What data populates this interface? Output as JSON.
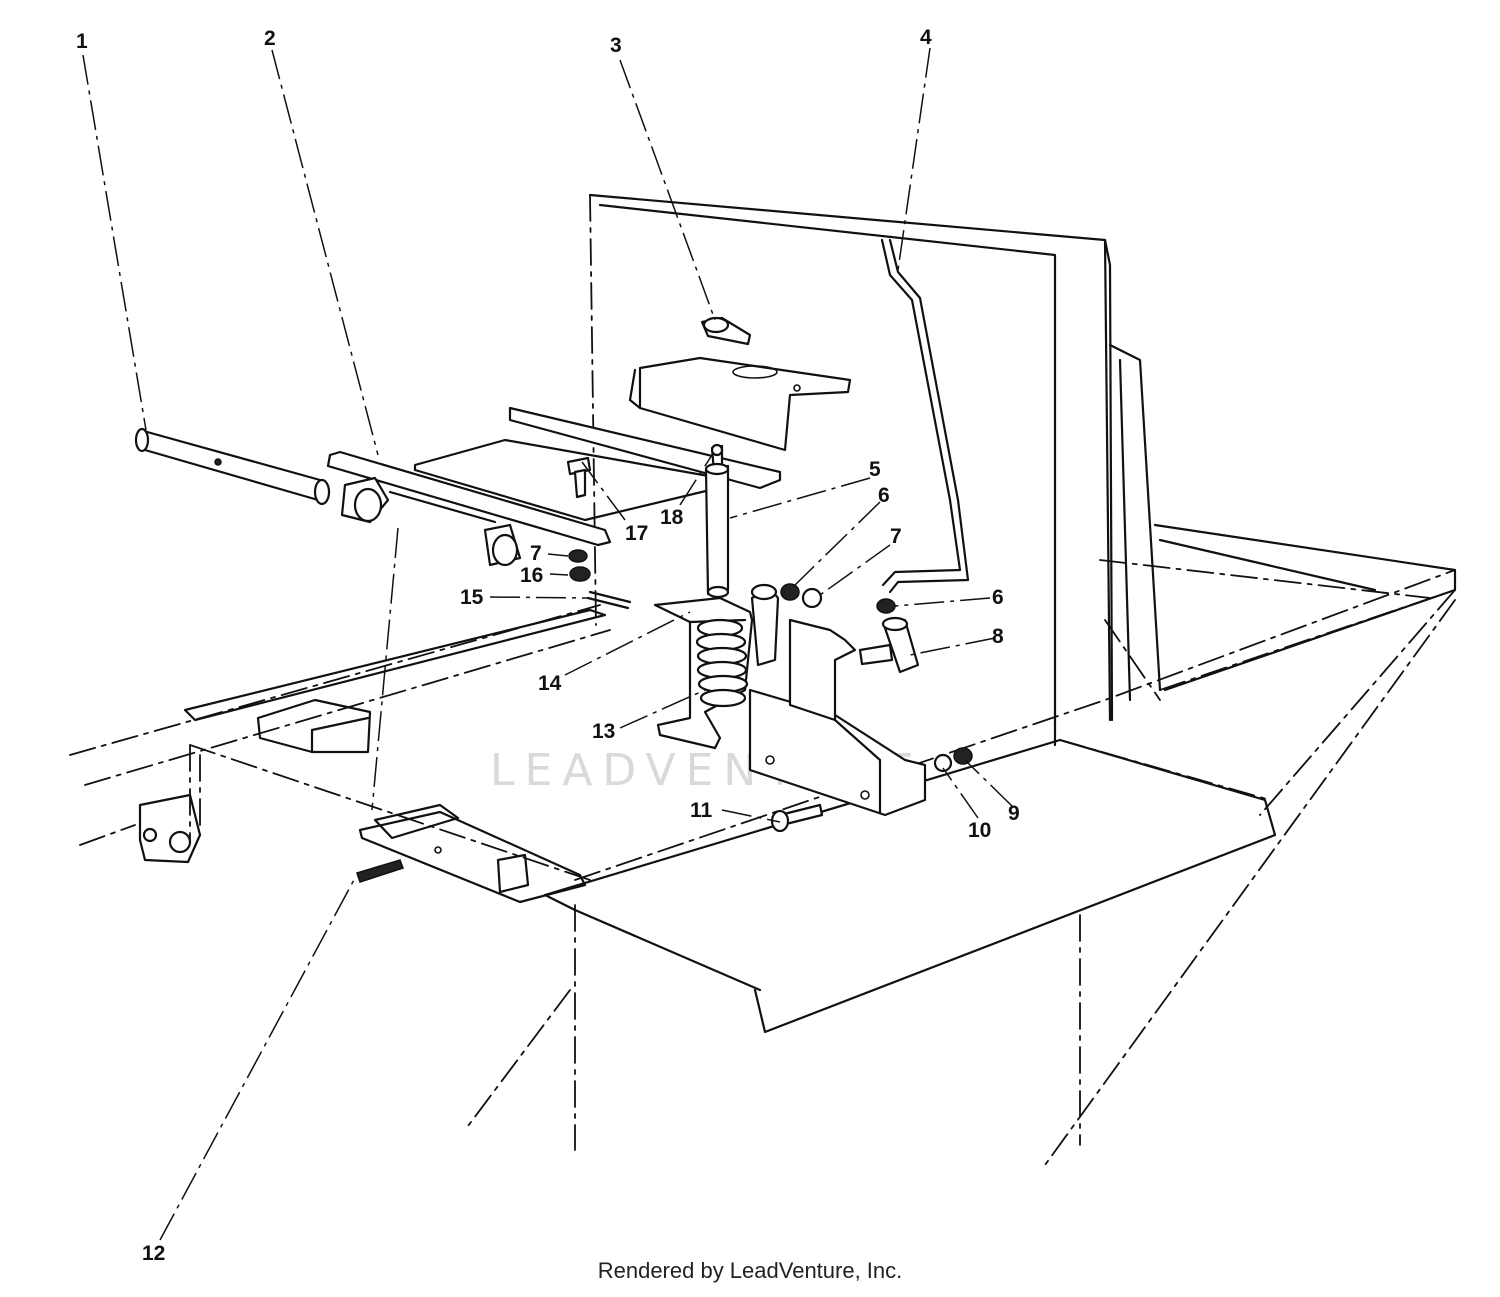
{
  "callouts": [
    "1",
    "2",
    "3",
    "4",
    "5",
    "6",
    "7",
    "6",
    "8",
    "17",
    "18",
    "7",
    "16",
    "15",
    "14",
    "13",
    "11",
    "10",
    "9",
    "12"
  ],
  "watermark": "LEADVENTURE",
  "credit": "Rendered by LeadVenture, Inc.",
  "colors": {
    "ink": "#111111",
    "watermark": "#d9d9d9",
    "background": "#ffffff"
  }
}
